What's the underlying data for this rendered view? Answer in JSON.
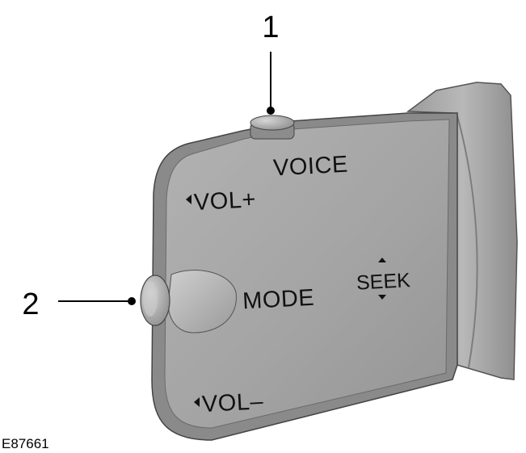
{
  "callouts": {
    "voice_button": "1",
    "mode_button": "2"
  },
  "panel": {
    "voice": "VOICE",
    "vol_plus": "VOL+",
    "mode": "MODE",
    "seek": "SEEK",
    "vol_minus": "VOL–"
  },
  "figure_code": "E87661",
  "colors": {
    "panel_face": "#a3a3a3",
    "panel_edge": "#8a8a8a",
    "text": "#111111"
  }
}
